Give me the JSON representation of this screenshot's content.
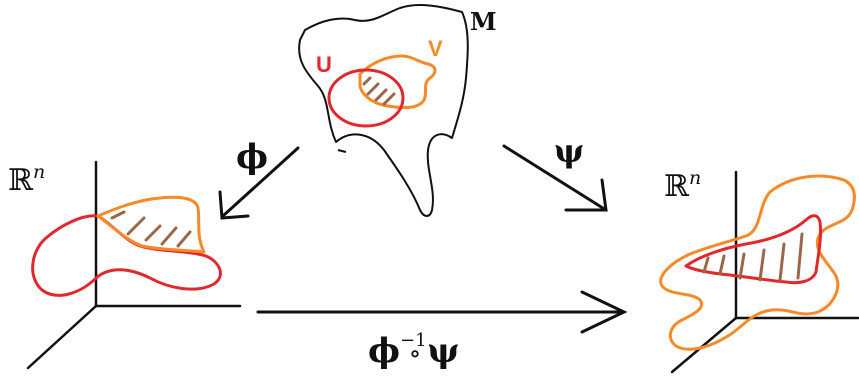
{
  "labels": {
    "manifold": "M",
    "set_u": "U",
    "set_v": "V",
    "chart_phi": "ϕ",
    "chart_psi": "ψ",
    "space_left": "ℝ",
    "space_left_exp": "n",
    "space_right": "ℝ",
    "space_right_exp": "n",
    "transition_phi": "ϕ",
    "transition_exp": "−1",
    "transition_compose": "∘",
    "transition_psi": "ψ"
  },
  "colors": {
    "ink": "#111111",
    "u_region": "#e0282f",
    "v_region": "#f58a2a",
    "hatch": "#9a6848"
  }
}
